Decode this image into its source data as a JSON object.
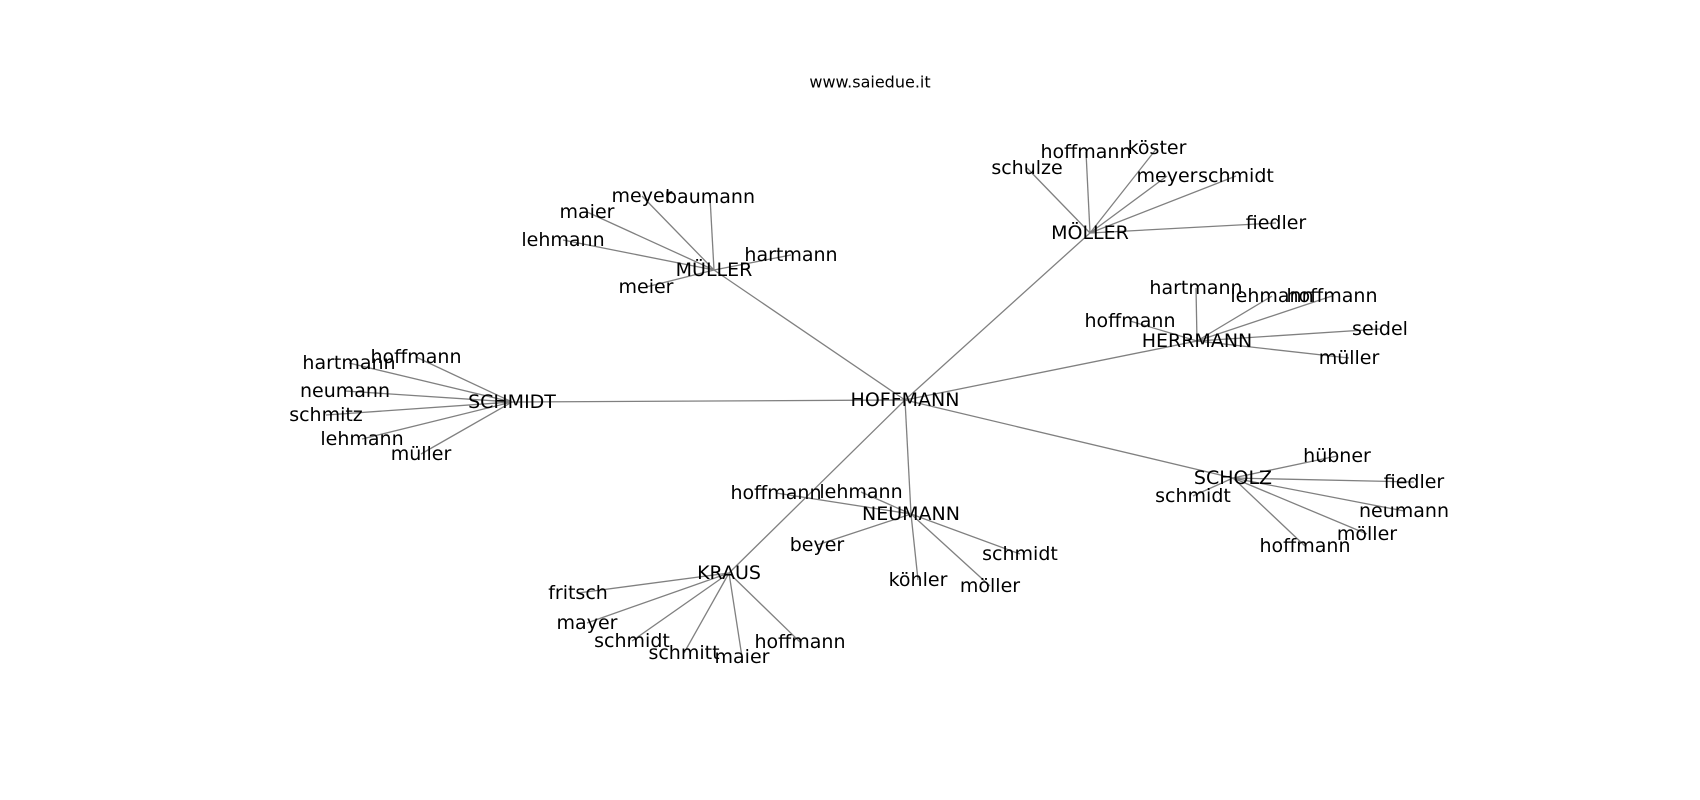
{
  "source_label": "www.saiedue.it",
  "graph": {
    "root": "HOFFMANN",
    "clusters": [
      {
        "name": "MÜLLER",
        "leaves": [
          "maier",
          "meyer",
          "baumann",
          "lehmann",
          "hartmann",
          "meier"
        ]
      },
      {
        "name": "MÖLLER",
        "leaves": [
          "schulze",
          "hoffmann",
          "köster",
          "meyer",
          "schmidt",
          "fiedler"
        ]
      },
      {
        "name": "HERRMANN",
        "leaves": [
          "hartmann",
          "lehmann",
          "hoffmann",
          "hoffmann",
          "seidel",
          "müller"
        ]
      },
      {
        "name": "SCHMIDT",
        "leaves": [
          "hartmann",
          "hoffmann",
          "neumann",
          "schmitz",
          "lehmann",
          "müller"
        ]
      },
      {
        "name": "SCHOLZ",
        "leaves": [
          "hübner",
          "fiedler",
          "schmidt",
          "neumann",
          "möller",
          "hoffmann"
        ]
      },
      {
        "name": "NEUMANN",
        "leaves": [
          "hoffmann",
          "lehmann",
          "beyer",
          "schmidt",
          "köhler",
          "möller"
        ]
      },
      {
        "name": "KRAUS",
        "leaves": [
          "fritsch",
          "mayer",
          "schmidt",
          "schmitt",
          "maier",
          "hoffmann"
        ]
      }
    ]
  }
}
